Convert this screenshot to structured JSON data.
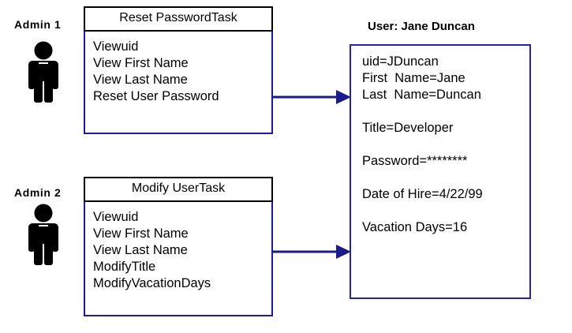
{
  "diagram": {
    "actors": [
      {
        "label": "Admin 1",
        "icon": "person-icon"
      },
      {
        "label": "Admin 2",
        "icon": "person-icon"
      }
    ],
    "tasks": [
      {
        "title": "Reset PasswordTask",
        "actions": [
          "Viewuid",
          "View First Name",
          "View Last Name",
          "Reset  User  Password"
        ]
      },
      {
        "title": "Modify UserTask",
        "actions": [
          "Viewuid",
          "View First Name",
          "View Last Name",
          "ModifyTitle",
          "ModifyVacationDays"
        ]
      }
    ],
    "user_record": {
      "title": "User: Jane Duncan",
      "attributes": [
        "uid=JDuncan",
        "First  Name=Jane",
        "Last  Name=Duncan",
        "Title=Developer",
        "Password=********",
        "Date of Hire=4/22/99",
        "Vacation Days=16"
      ]
    },
    "connectors": [
      {
        "name": "arrow-reset-password-to-user"
      },
      {
        "name": "arrow-modify-user-to-user"
      }
    ],
    "colors": {
      "box_blue": "#2222b0",
      "header_black": "#000000",
      "arrow_navy": "#1a1a8c",
      "background": "#ffffff",
      "text": "#000000"
    }
  }
}
